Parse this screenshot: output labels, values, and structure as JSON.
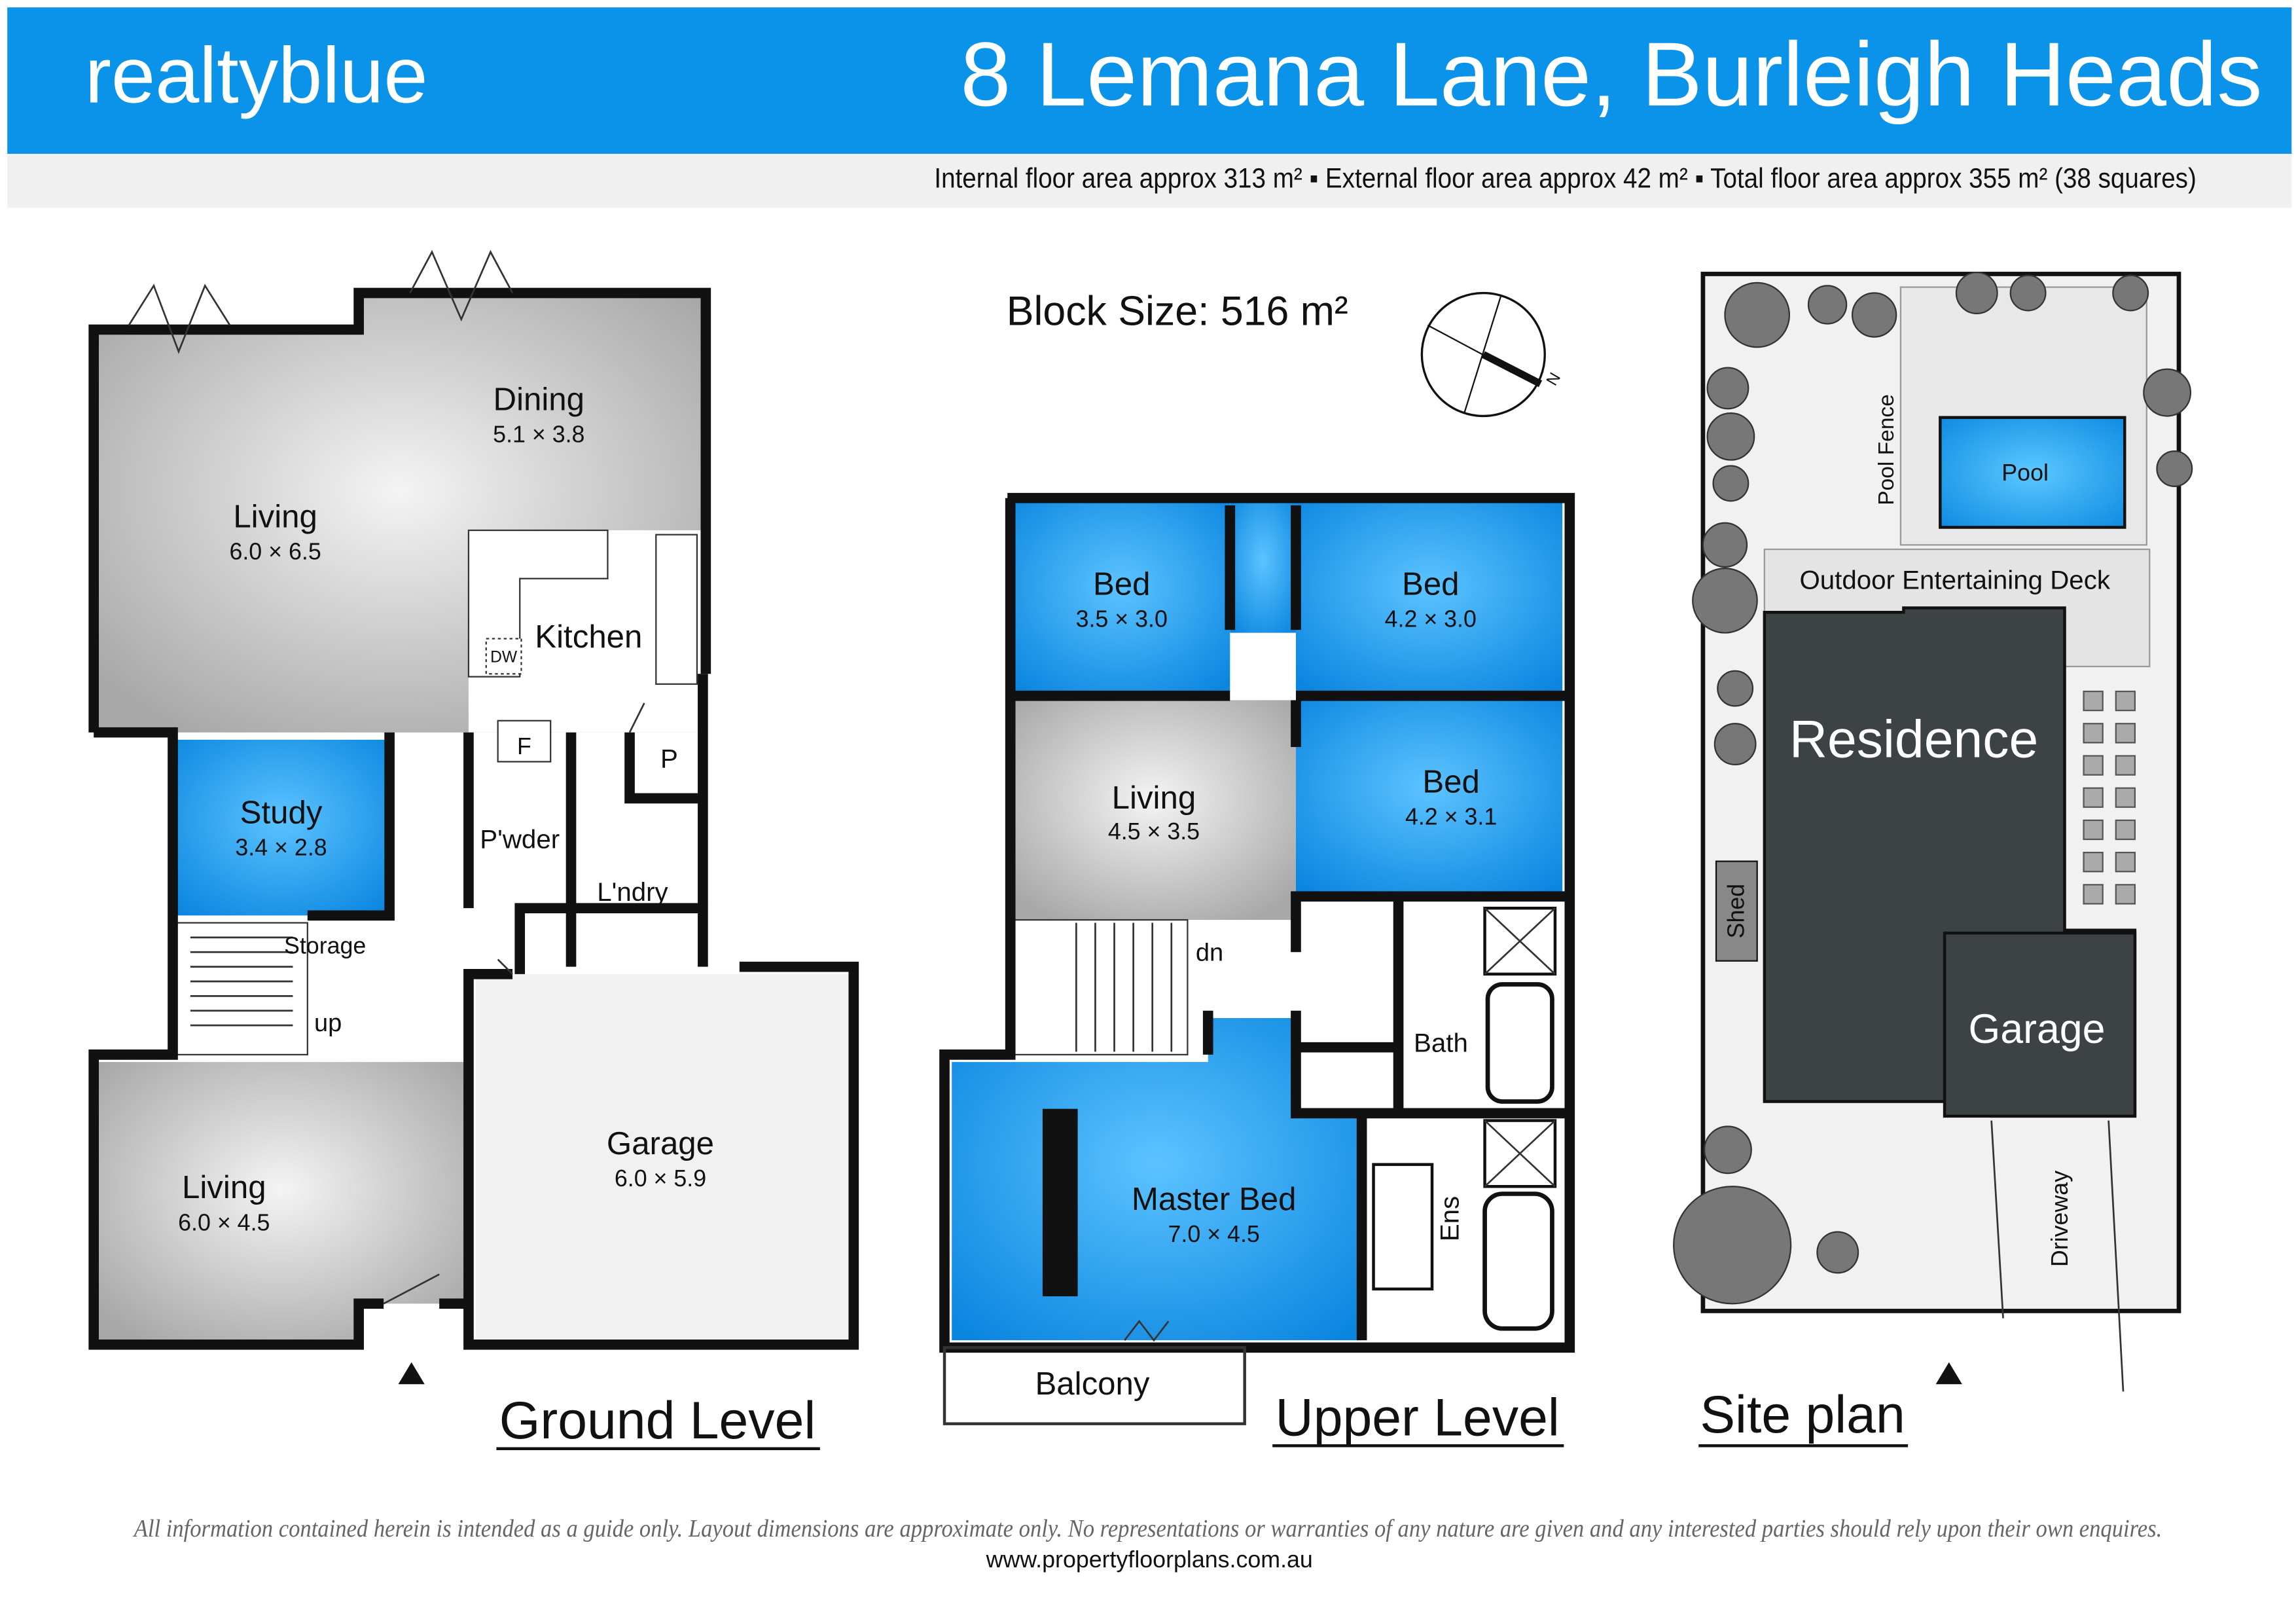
{
  "header": {
    "logo": "realtyblue",
    "title": "8 Lemana Lane, Burleigh Heads",
    "subtitle": "Internal floor area approx 313 m² ▪ External floor area approx 42 m² ▪ Total floor area approx 355 m² (38 squares)"
  },
  "colors": {
    "brand": "#0a93e8",
    "room_blue": "#1a9bf0",
    "room_grey": "#b5b5b5",
    "dark_building": "#3d4245"
  },
  "ground": {
    "title": "Ground Level",
    "rooms": [
      {
        "name": "Living",
        "dims": "6.0 × 6.5"
      },
      {
        "name": "Dining",
        "dims": "5.1 × 3.8"
      },
      {
        "name": "Kitchen"
      },
      {
        "name": "Study",
        "dims": "3.4 × 2.8"
      },
      {
        "name": "Storage"
      },
      {
        "name": "P'wder"
      },
      {
        "name": "L'ndry"
      },
      {
        "name": "P"
      },
      {
        "name": "F"
      },
      {
        "name": "DW"
      },
      {
        "name": "up"
      },
      {
        "name": "Living",
        "dims": "6.0 × 4.5"
      },
      {
        "name": "Garage",
        "dims": "6.0 × 5.9"
      }
    ]
  },
  "upper": {
    "title": "Upper Level",
    "block_size": "Block Size: 516 m²",
    "compass": "N",
    "rooms": [
      {
        "name": "Bed",
        "dims": "3.5 × 3.0"
      },
      {
        "name": "Bed",
        "dims": "4.2 × 3.0"
      },
      {
        "name": "Living",
        "dims": "4.5 × 3.5"
      },
      {
        "name": "Bed",
        "dims": "4.2 × 3.1"
      },
      {
        "name": "dn"
      },
      {
        "name": "Bath"
      },
      {
        "name": "Master Bed",
        "dims": "7.0 × 4.5"
      },
      {
        "name": "Ens"
      },
      {
        "name": "Balcony"
      }
    ]
  },
  "site": {
    "title": "Site plan",
    "labels": {
      "pool": "Pool",
      "pool_fence": "Pool Fence",
      "deck": "Outdoor Entertaining Deck",
      "residence": "Residence",
      "garage": "Garage",
      "shed": "Shed",
      "driveway": "Driveway"
    }
  },
  "footer": {
    "disclaimer": "All information contained herein is intended as a guide only. Layout dimensions are approximate only. No representations or warranties of any nature are given and any interested parties should rely upon their own enquires.",
    "website": "www.propertyfloorplans.com.au"
  }
}
